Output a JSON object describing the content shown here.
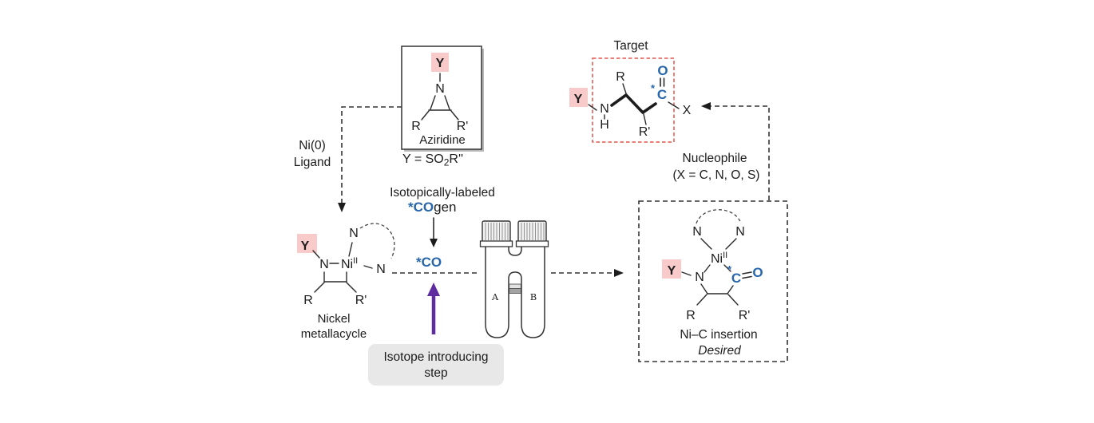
{
  "colors": {
    "label_blue": "#2866ab",
    "highlight_pink": "#f9caca",
    "target_box_red": "#e4534b",
    "arrow_purple": "#5e2c9e",
    "step_box_gray": "#e8e8e8"
  },
  "aziridine": {
    "substituent_y": "Y",
    "atom_n": "N",
    "substituent_r": "R",
    "substituent_r_prime": "R'",
    "caption": "Aziridine",
    "y_definition": {
      "prefix": "Y = SO",
      "subscript": "2",
      "suffix": "R''"
    }
  },
  "ni0_step": {
    "line1": "Ni(0)",
    "line2": "Ligand"
  },
  "metallacycle": {
    "substituent_y": "Y",
    "atom_n_ring": "N",
    "atom_ni": "Ni",
    "ni_oxidation_state": "II",
    "atom_n_top": "N",
    "atom_n_right": "N",
    "substituent_r": "R",
    "substituent_r_prime": "R'",
    "caption_line1": "Nickel",
    "caption_line2": "metallacycle"
  },
  "cogen": {
    "label_line1": "Isotopically-labeled",
    "label_star_co": "*CO",
    "label_gen": "gen",
    "released_co": "*CO"
  },
  "isotope_step": {
    "line1": "Isotope introducing",
    "line2": "step"
  },
  "coware": {
    "chamber_a": "A",
    "chamber_b": "B"
  },
  "insertion": {
    "atom_n_top_left": "N",
    "atom_n_top_right": "N",
    "atom_ni": "Ni",
    "ni_oxidation_state": "II",
    "substituent_y": "Y",
    "atom_n_ring": "N",
    "isotope_star": "*",
    "atom_c": "C",
    "atom_o": "O",
    "substituent_r": "R",
    "substituent_r_prime": "R'",
    "caption_line1": "Ni–C insertion",
    "caption_line2": "Desired"
  },
  "nucleophile": {
    "line1": "Nucleophile",
    "line2": "(X = C, N, O, S)"
  },
  "target": {
    "title": "Target",
    "substituent_y": "Y",
    "atom_n": "N",
    "atom_h": "H",
    "substituent_r": "R",
    "substituent_r_prime": "R'",
    "isotope_star": "*",
    "atom_c": "C",
    "atom_o": "O",
    "atom_x": "X"
  }
}
